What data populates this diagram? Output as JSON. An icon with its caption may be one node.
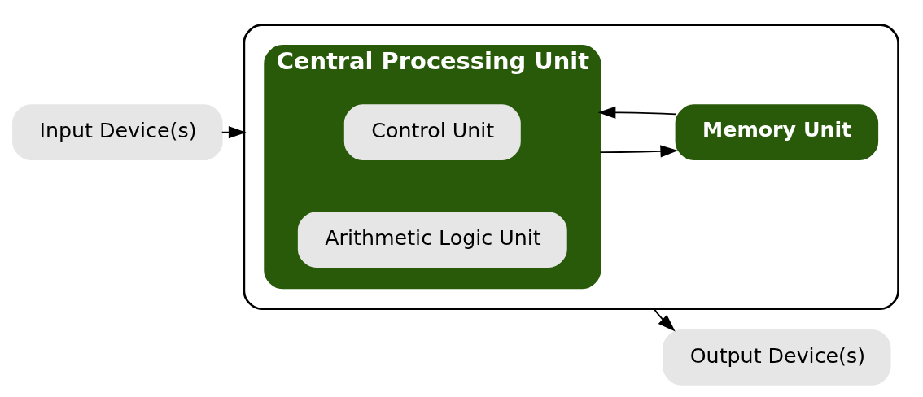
{
  "diagram": {
    "nodes": [
      {
        "text": [
          "Input Device(s)"
        ]
      },
      {
        "text": [],
        "shape": "box"
      },
      {
        "text": [
          "Central Processing Unit"
        ],
        "in": 1
      },
      {
        "text": [
          "Control Unit"
        ],
        "in": 2
      },
      {
        "text": [
          "Arithmetic Logic Unit"
        ],
        "in": 2
      },
      {
        "text": [
          "Memory Unit"
        ],
        "in": 1
      },
      {
        "text": [
          "Output Device(s)"
        ]
      }
    ],
    "edges": [
      {
        "from": 0,
        "to": 1,
        "arrow": "to"
      },
      {
        "from": 1,
        "to": 6,
        "arrow": "to"
      },
      {
        "from": 2,
        "to": 5,
        "arrow": "to"
      },
      {
        "from": 5,
        "to": 2,
        "arrow": "to"
      }
    ]
  }
}
